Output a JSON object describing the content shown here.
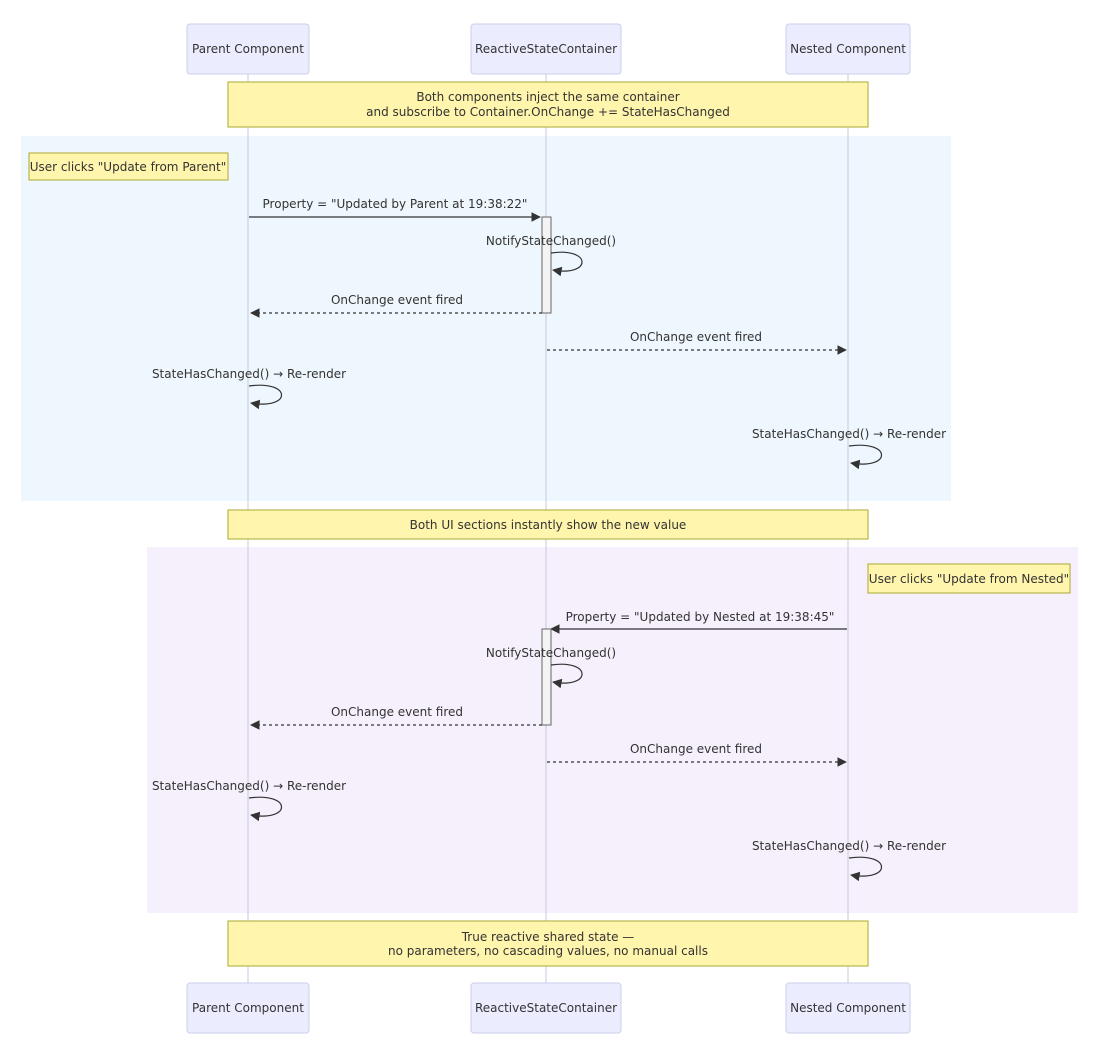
{
  "colors": {
    "actor_fill": "#ececff",
    "actor_stroke": "#cccfee",
    "lifeline": "#c8c8de",
    "note_fill": "#fff5ad",
    "note_stroke": "#aaaa33",
    "loop1_fill": "#eef7fd",
    "loop2_fill": "#f6effc",
    "arrow": "#333333",
    "activation_fill": "#f4f4f4",
    "activation_stroke": "#666666"
  },
  "participants": [
    {
      "id": "parent",
      "label": "Parent Component"
    },
    {
      "id": "container",
      "label": "ReactiveStateContainer"
    },
    {
      "id": "nested",
      "label": "Nested Component"
    }
  ],
  "notes": {
    "intro": [
      "Both components inject the same container",
      "and subscribe to Container.OnChange += StateHasChanged"
    ],
    "user_parent": [
      "User clicks \"Update from Parent\""
    ],
    "middle": [
      "Both UI sections instantly show the new value"
    ],
    "user_nested": [
      "User clicks \"Update from Nested\""
    ],
    "outro": [
      "True reactive shared state —",
      "no parameters, no cascading values, no manual calls"
    ]
  },
  "messages": {
    "m1": "Property = \"Updated by Parent at 19:38:22\"",
    "m2": "NotifyStateChanged()",
    "m3": "OnChange event fired",
    "m4": "OnChange event fired",
    "m5": "StateHasChanged() → Re-render",
    "m6": "StateHasChanged() → Re-render",
    "n1": "Property = \"Updated by Nested at 19:38:45\"",
    "n2": "NotifyStateChanged()",
    "n3": "OnChange event fired",
    "n4": "OnChange event fired",
    "n5": "StateHasChanged() → Re-render",
    "n6": "StateHasChanged() → Re-render"
  }
}
